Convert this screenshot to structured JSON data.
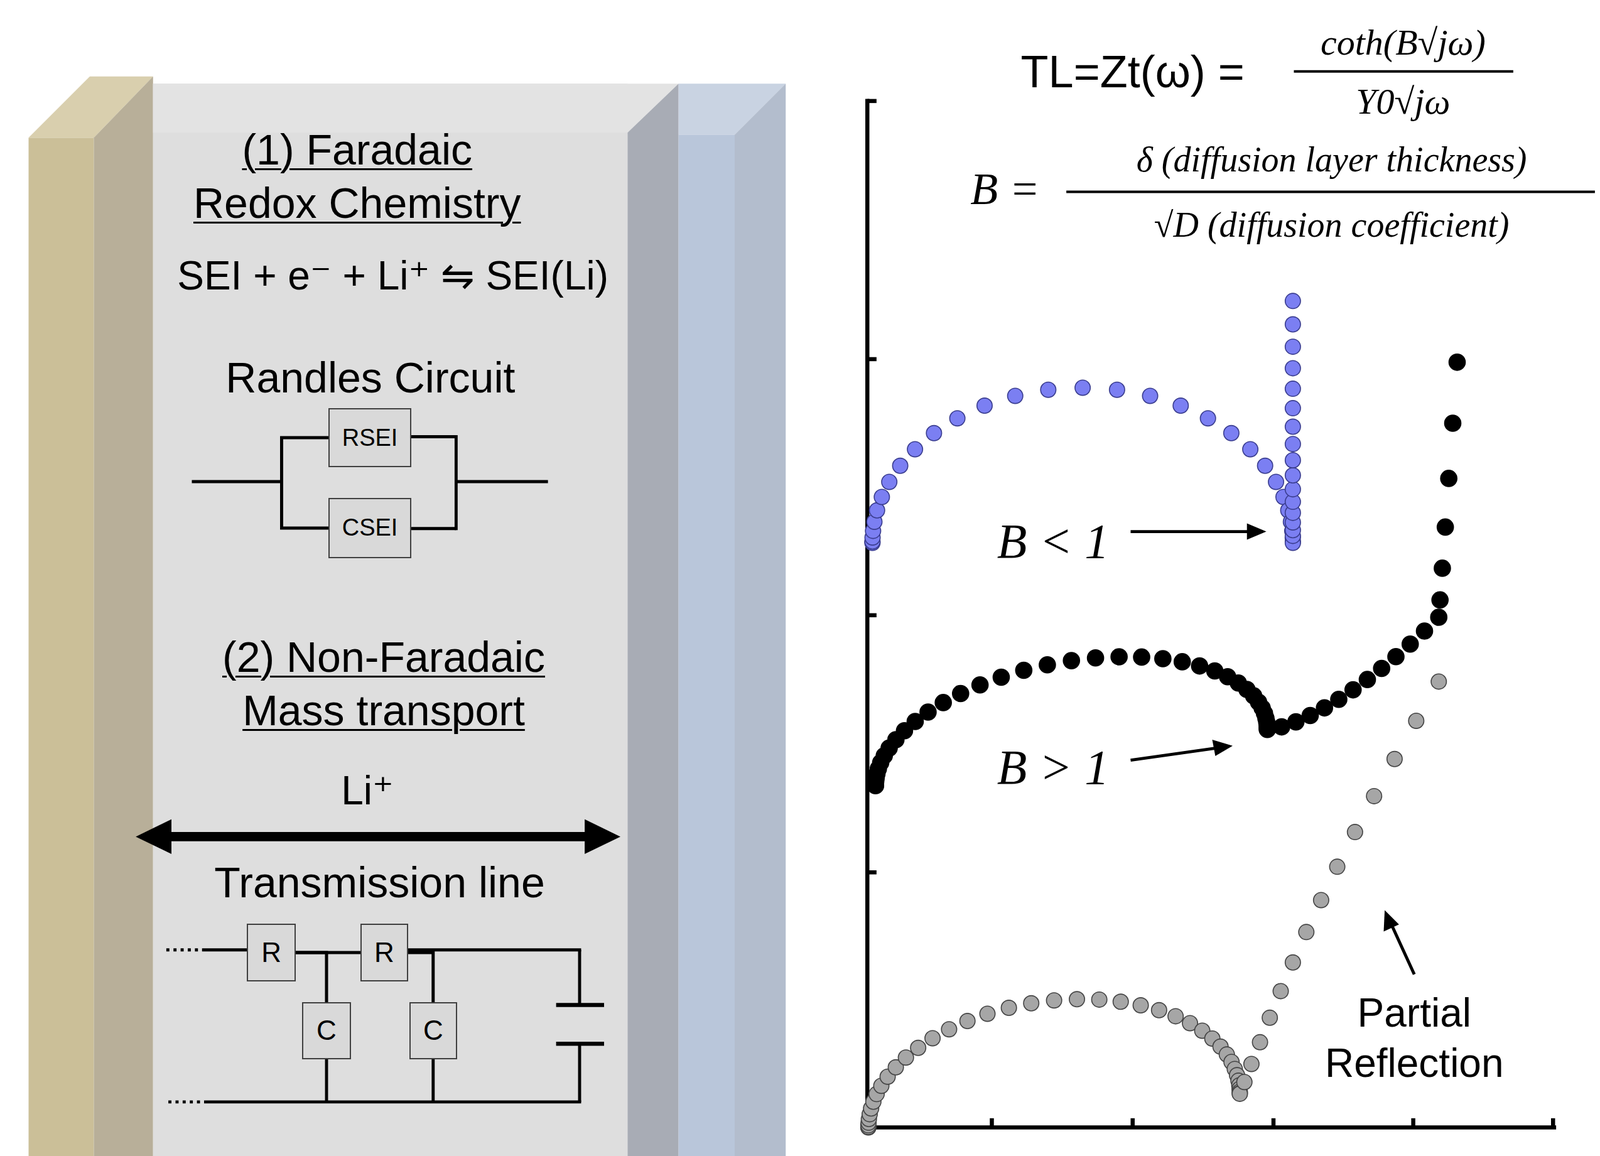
{
  "diagram": {
    "nodes": [
      {
        "text": [
          "RSEI"
        ]
      },
      {
        "text": [
          "CSEI"
        ]
      },
      {
        "text": [
          "R"
        ]
      },
      {
        "text": [
          "R"
        ]
      },
      {
        "text": [
          "C"
        ]
      },
      {
        "text": [
          "C"
        ]
      }
    ],
    "edges": [
      {
        "from": 0,
        "to": 1,
        "arrow": "none"
      },
      {
        "from": 2,
        "to": 3,
        "arrow": "none"
      },
      {
        "from": 2,
        "to": 4,
        "arrow": "none"
      },
      {
        "from": 3,
        "to": 5,
        "arrow": "none"
      }
    ],
    "labels": [
      "(1) Faradaic Redox Chemistry",
      "SEI + e⁻ + Li⁺ ⇋ SEI(Li)",
      "Randles Circuit",
      "(2) Non-Faradaic Mass transport",
      "Li⁺",
      "Transmission line",
      "TL=Zt(ω) =",
      "coth(B√jω)",
      "Y0√jω",
      "B =",
      "δ (diffusion layer thickness)",
      "√D (diffusion coefficient)",
      "B < 1",
      "B > 1",
      "Partial Reflection"
    ]
  }
}
